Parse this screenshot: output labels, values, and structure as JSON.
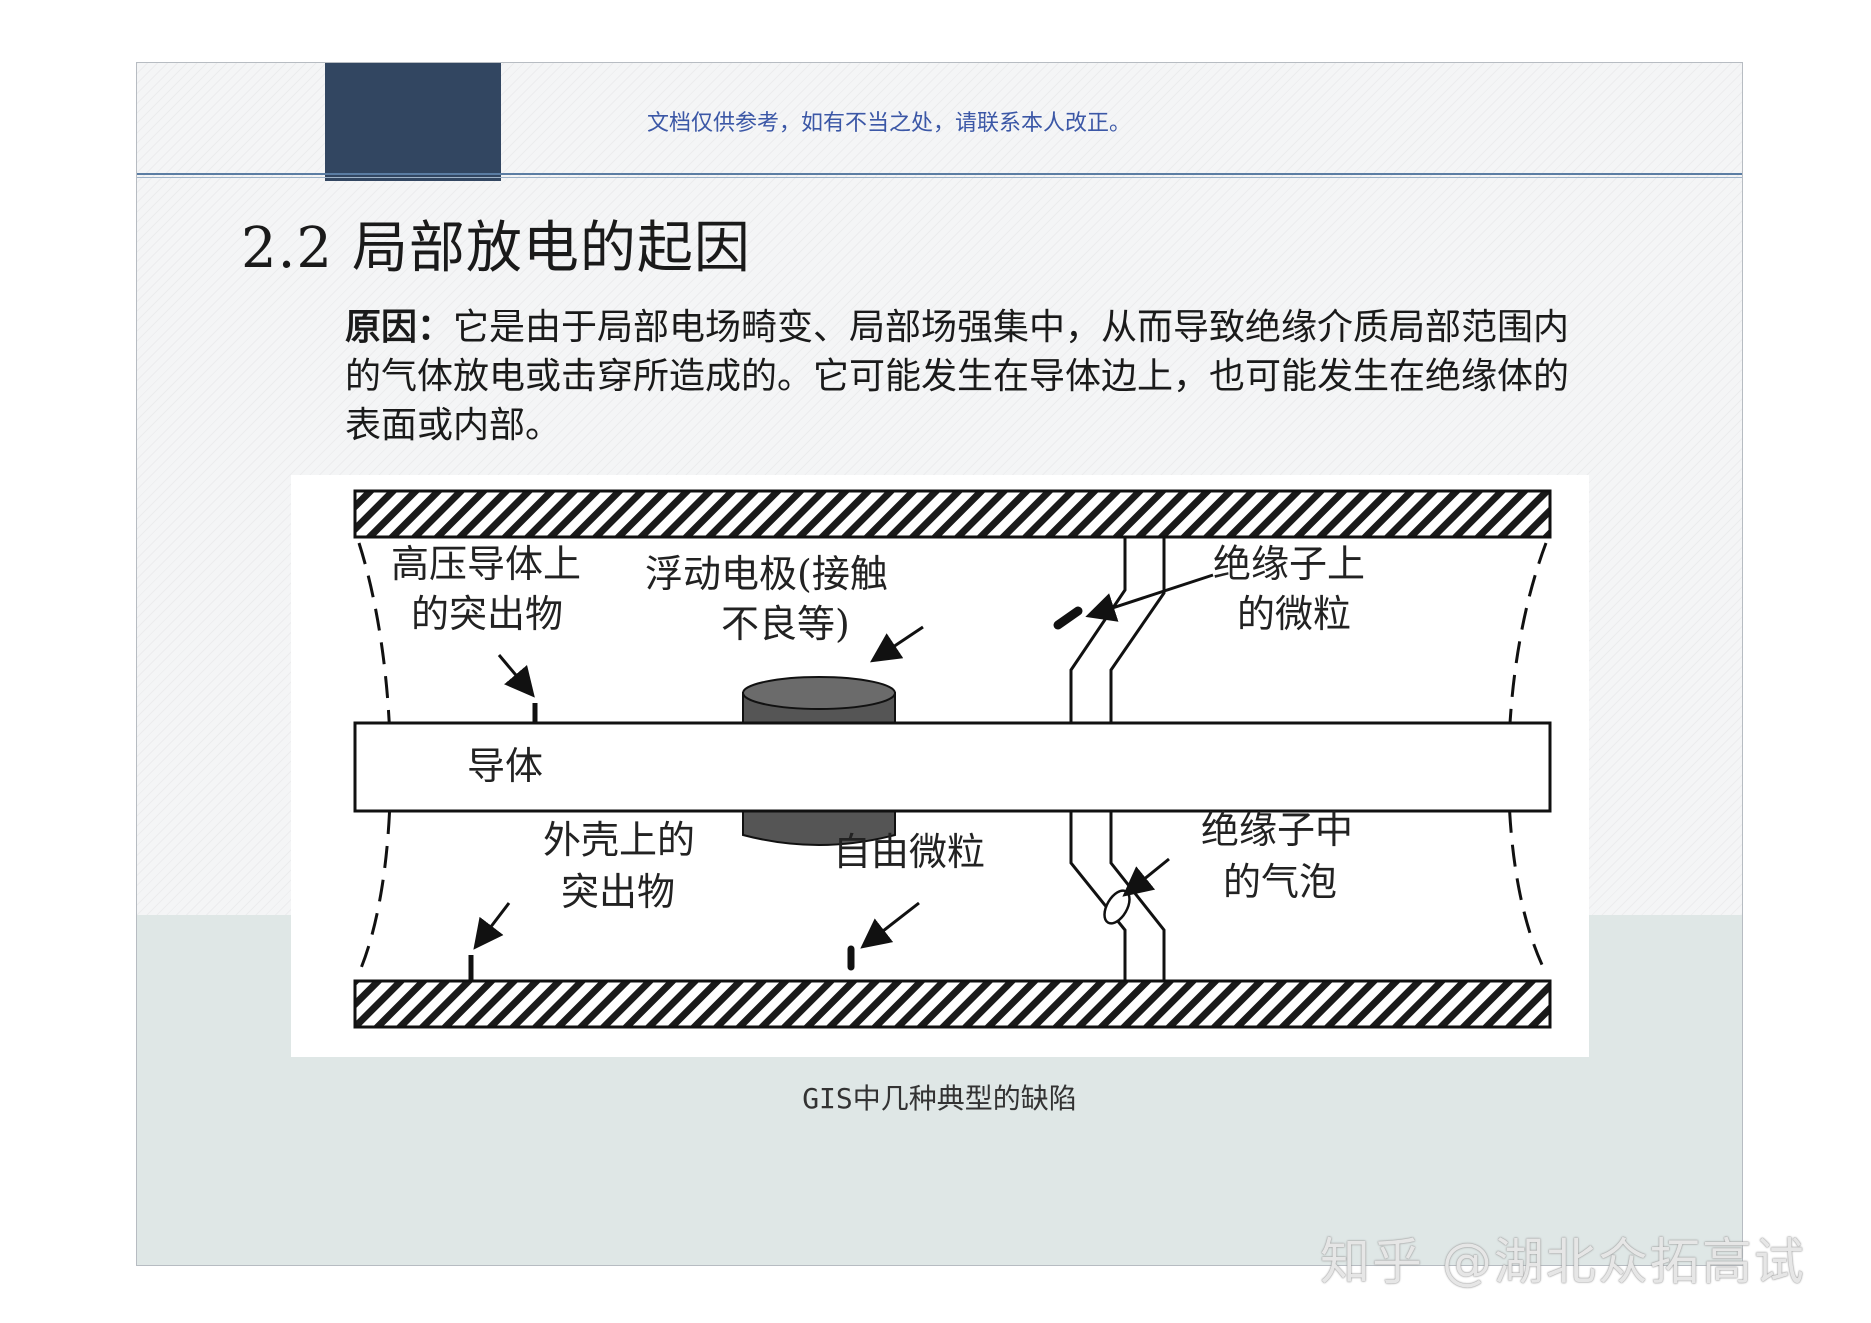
{
  "header": {
    "notice": "文档仅供参考，如有不当之处，请联系本人改正。"
  },
  "title": "2.2  局部放电的起因",
  "body": {
    "label": "原因：",
    "text": "它是由于局部电场畸变、局部场强集中，从而导致绝缘介质局部范围内的气体放电或击穿所造成的。它可能发生在导体边上，也可能发生在绝缘体的表面或内部。"
  },
  "diagram": {
    "labels": {
      "hv_protrusion_1": "高压导体上",
      "hv_protrusion_2": "的突出物",
      "floating_1": "浮动电极(接触",
      "floating_2": "不良等)",
      "insulator_particle_1": "绝缘子上",
      "insulator_particle_2": "的微粒",
      "conductor": "导体",
      "shell_protrusion_1": "外壳上的",
      "shell_protrusion_2": "突出物",
      "free_particle": "自由微粒",
      "bubble_1": "绝缘子中",
      "bubble_2": "的气泡"
    },
    "caption": "GIS中几种典型的缺陷"
  },
  "watermark": "知乎 @湖北众拓高试",
  "colors": {
    "header_block": "#324661",
    "notice_text": "#3b57a6",
    "lower_band": "#dfe7e6"
  }
}
